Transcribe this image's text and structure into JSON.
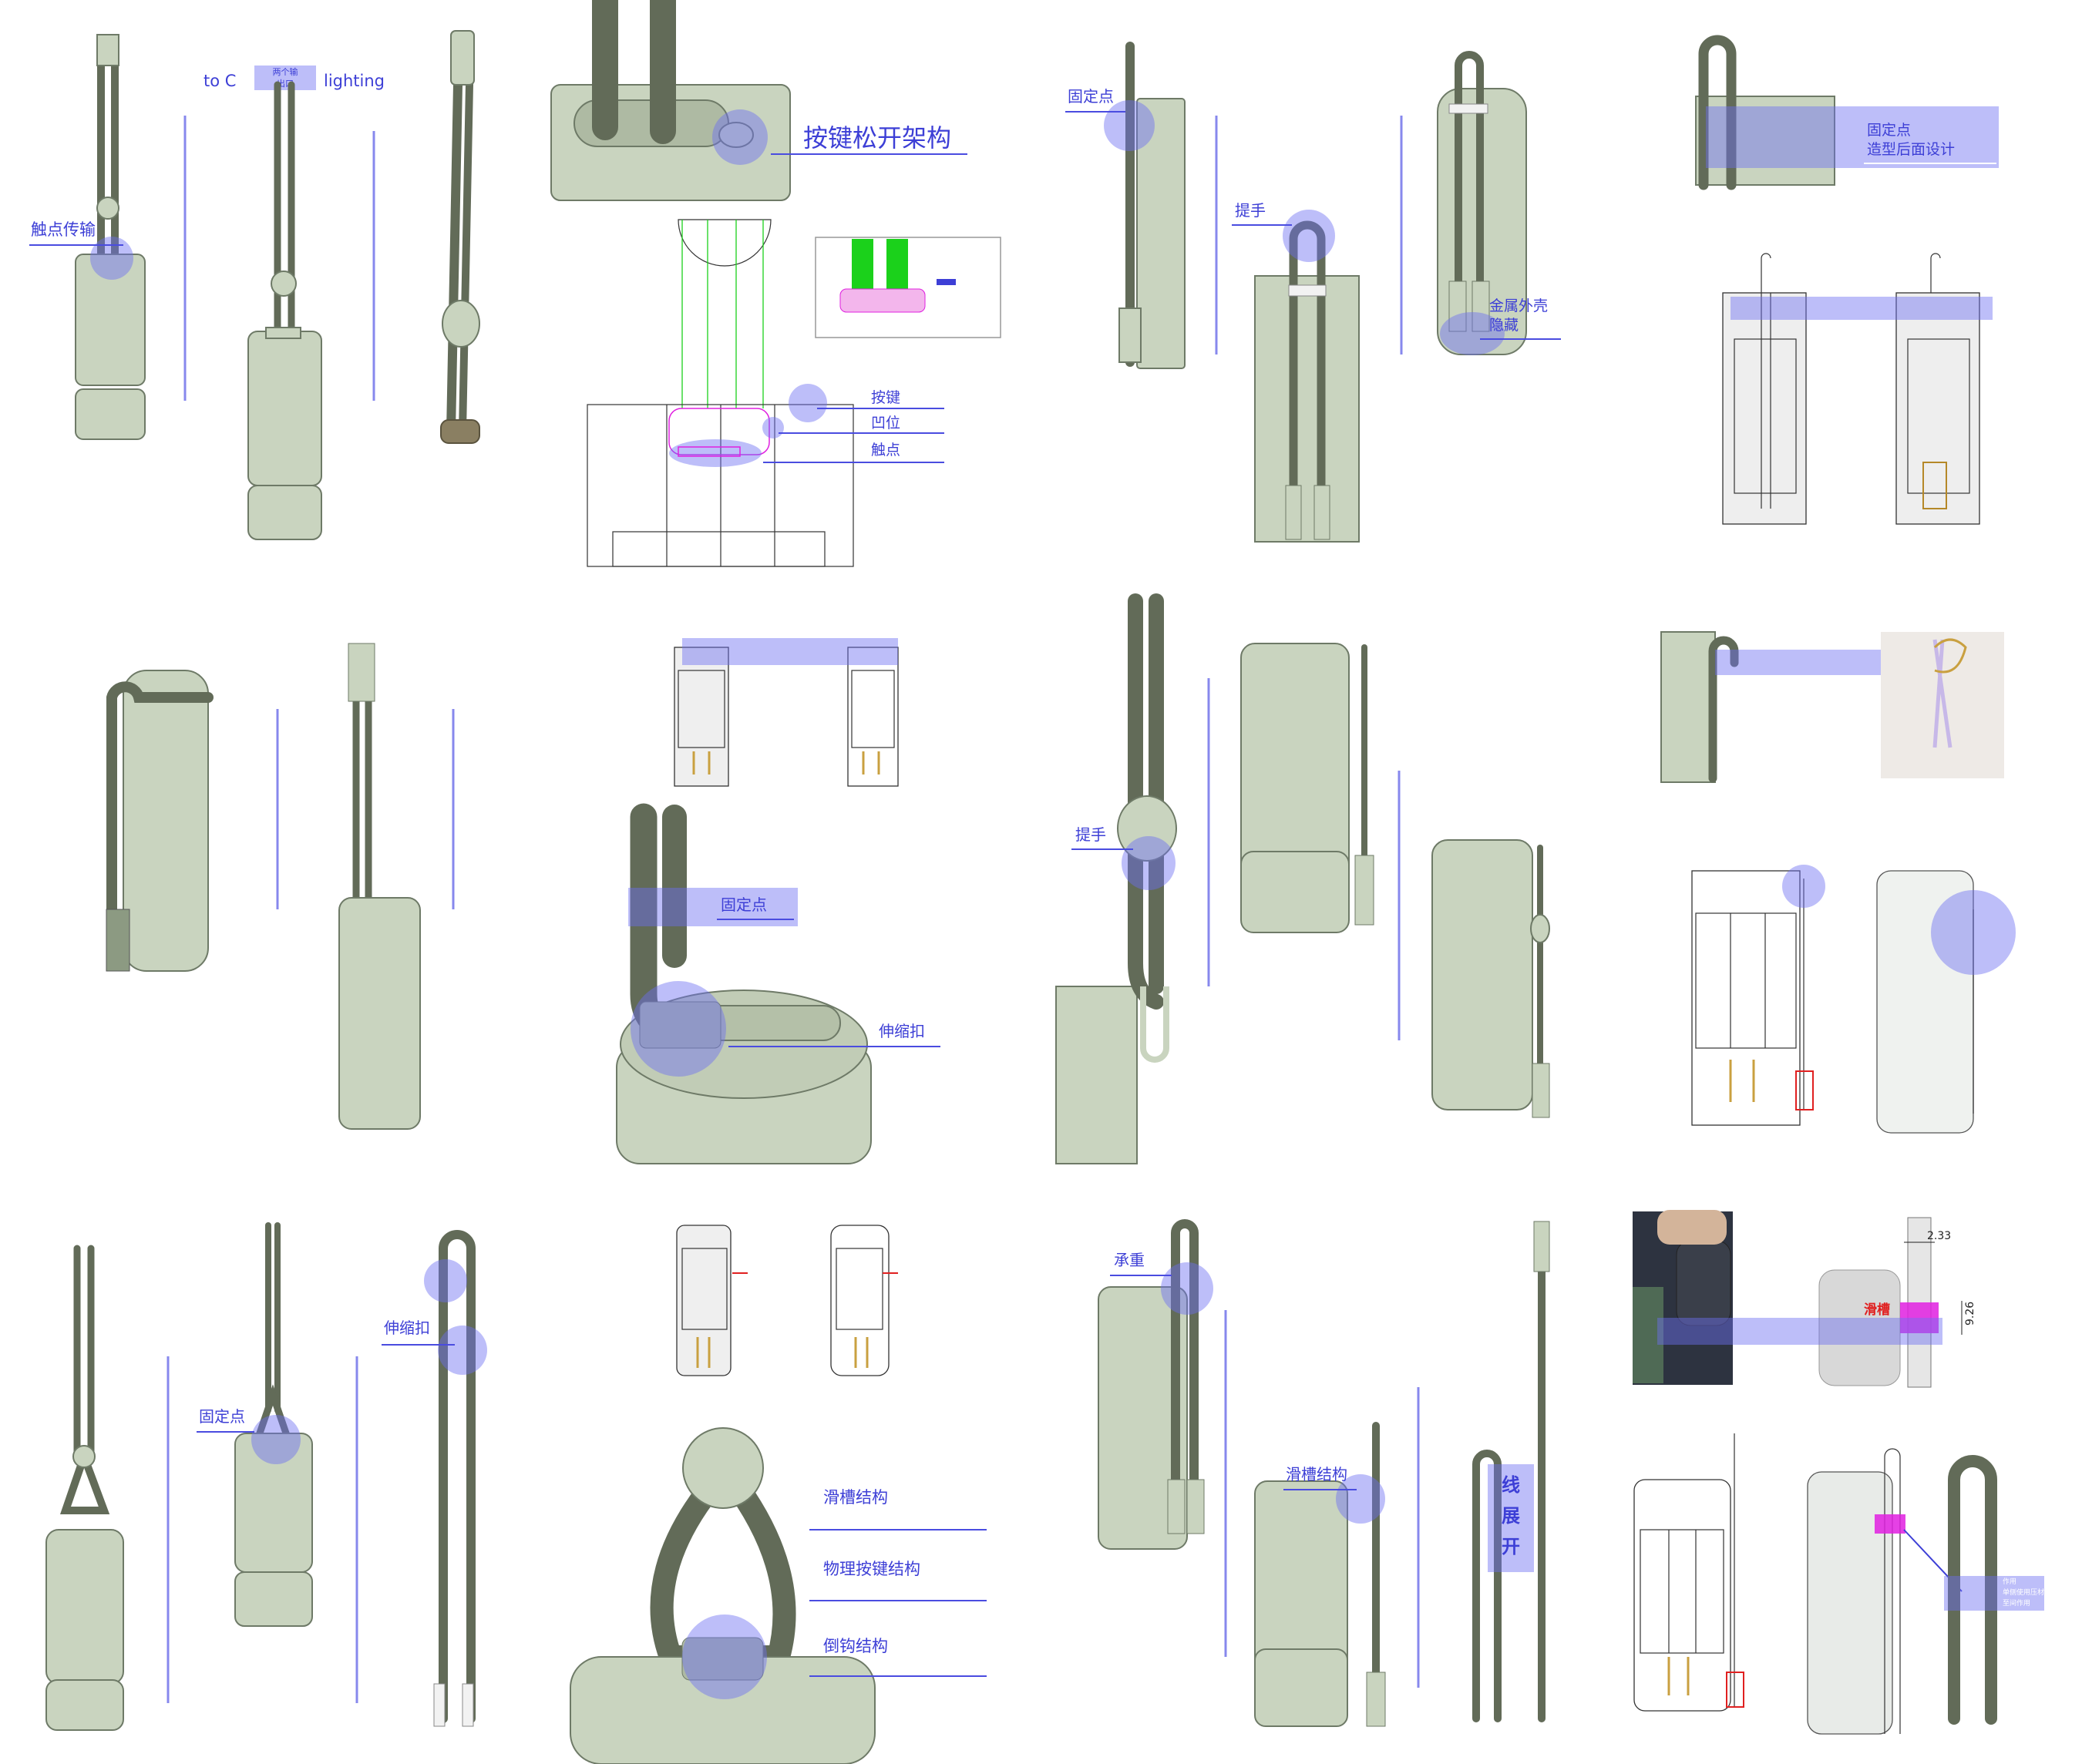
{
  "labels": {
    "contact_transfer": "触点传输",
    "to_c": "to C",
    "two_outlets": "两个输\n出口",
    "two_outlets_l1": "两个输",
    "two_outlets_l2": "出口",
    "lighting": "lighting",
    "button_release_frame": "按键松开架构",
    "button": "按键",
    "recess": "凹位",
    "contact": "触点",
    "fixed_point_a": "固定点",
    "handle_a": "提手",
    "metal_shell_hidden_l1": "金属外壳",
    "metal_shell_hidden_l2": "隐藏",
    "fixed_point_design_l1": "固定点",
    "fixed_point_design_l2": "造型后面设计",
    "fixed_point_b": "固定点",
    "telescopic_buckle_a": "伸缩扣",
    "handle_b": "提手",
    "fixed_point_c": "固定点",
    "telescopic_buckle_b": "伸缩扣",
    "slide_groove_structure_a": "滑槽结构",
    "physical_button_structure": "物理按键结构",
    "barb_structure": "倒钩结构",
    "load_bearing": "承重",
    "slide_groove_structure_b": "滑槽结构",
    "line_unfold_1": "线",
    "line_unfold_2": "展",
    "line_unfold_3": "开",
    "slide_groove_red": "滑槽",
    "dim_top": "2.33",
    "dim_side": "9.26",
    "note_l1": "作用",
    "note_l2": "单侧使用压材",
    "note_l3": "至间作用"
  },
  "colors": {
    "accent": "#4a4ce0",
    "highlight": "#6d6ff2",
    "body": "#c9d4bf",
    "cable": "#626b58",
    "magenta": "#e020e0",
    "green": "#1bd11b"
  },
  "icons": [
    "charger-body-icon",
    "cable-icon",
    "highlight-circle-icon",
    "wireframe-icon",
    "carabiner-icon",
    "game-controller-photo-icon"
  ]
}
